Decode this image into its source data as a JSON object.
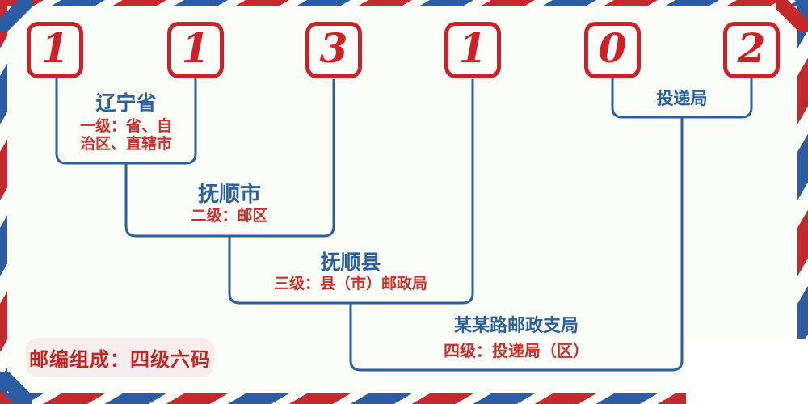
{
  "postal_code": {
    "digits": [
      "1",
      "1",
      "3",
      "1",
      "0",
      "2"
    ]
  },
  "levels": [
    {
      "name": "辽宁省",
      "desc_lines": [
        "一级：省、自",
        "治区、直辖市"
      ]
    },
    {
      "name": "抚顺市",
      "desc_lines": [
        "二级：邮区"
      ]
    },
    {
      "name": "抚顺县",
      "desc_lines": [
        "三级：县（市）邮政局"
      ]
    },
    {
      "name": "某某路邮政支局",
      "desc_lines": [
        "四级：投递局（区）"
      ]
    },
    {
      "name": "投递局",
      "desc_lines": []
    }
  ],
  "footer_badge": {
    "text": "邮编组成：四级六码"
  },
  "colors": {
    "digit_red": "#cd2127",
    "desc_red": "#d02e29",
    "label_blue": "#2b5f9f",
    "line_blue": "#2b5f9f",
    "border_red": "#c5282d",
    "border_blue": "#2b5ca4",
    "background": "#fbfdf8",
    "badge_background": "#f6edef",
    "patch_white": "#ffffff"
  }
}
